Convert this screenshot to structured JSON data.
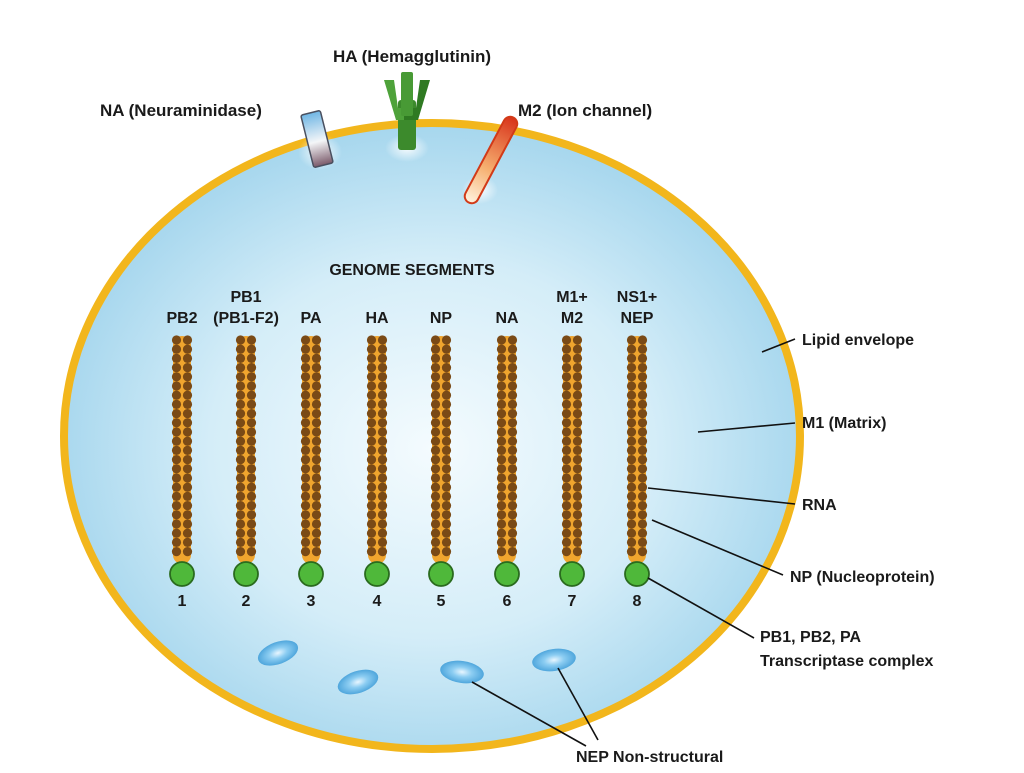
{
  "surface_proteins": {
    "ha": "HA (Hemagglutinin)",
    "na": "NA (Neuraminidase)",
    "m2": "M2 (Ion channel)"
  },
  "genome": {
    "title": "GENOME SEGMENTS",
    "segments": [
      {
        "label_line1": "PB2",
        "label_line2": "",
        "number": "1"
      },
      {
        "label_line1": "PB1",
        "label_line2": "(PB1-F2)",
        "number": "2"
      },
      {
        "label_line1": "PA",
        "label_line2": "",
        "number": "3"
      },
      {
        "label_line1": "HA",
        "label_line2": "",
        "number": "4"
      },
      {
        "label_line1": "NP",
        "label_line2": "",
        "number": "5"
      },
      {
        "label_line1": "NA",
        "label_line2": "",
        "number": "6"
      },
      {
        "label_line1": "M1+",
        "label_line2": "M2",
        "number": "7"
      },
      {
        "label_line1": "NS1+",
        "label_line2": "NEP",
        "number": "8"
      }
    ]
  },
  "callouts": {
    "lipid_envelope": "Lipid envelope",
    "m1_matrix": "M1 (Matrix)",
    "rna": "RNA",
    "np": "NP (Nucleoprotein)",
    "polymerase_line1": "PB1, PB2, PA",
    "polymerase_line2": "Transcriptase complex",
    "nep": "NEP Non-structural"
  },
  "colors": {
    "envelope": "#f2b61c",
    "matrix_center": "#eaf6fb",
    "matrix_edge": "#9fd3ec",
    "bead": "#7a4a16",
    "rna_core": "#f0a52e",
    "complex": "#4fb83a",
    "ha_green": "#3c8a2c",
    "m2_red": "#e2401c",
    "nep_blue": "#5fb4e6"
  }
}
